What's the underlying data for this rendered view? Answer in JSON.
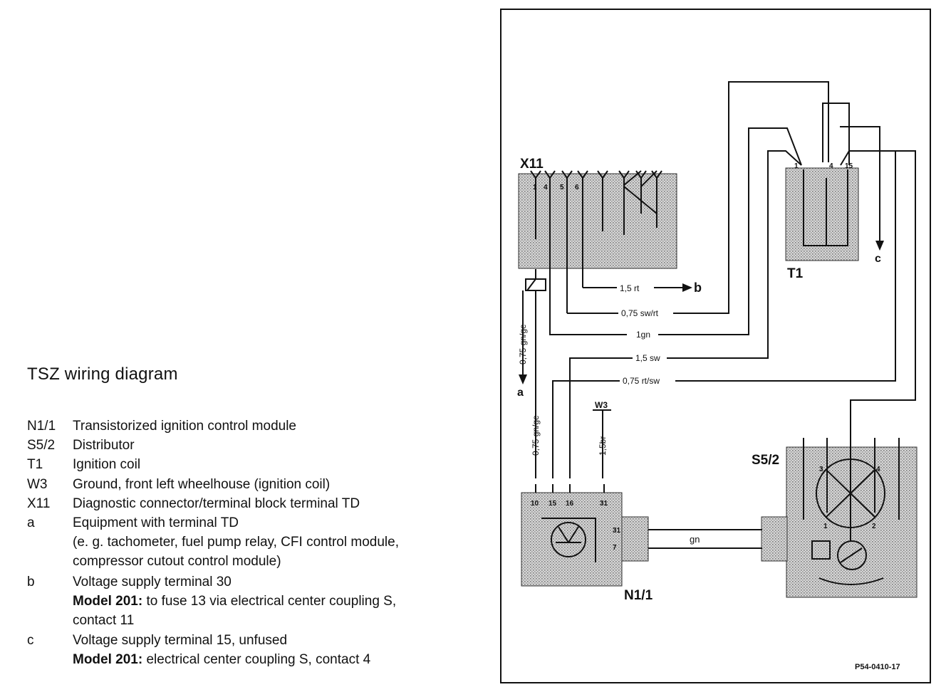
{
  "legend": {
    "title": "TSZ wiring diagram",
    "entries": [
      {
        "code": "N1/1",
        "desc": "Transistorized ignition control module"
      },
      {
        "code": "S5/2",
        "desc": "Distributor"
      },
      {
        "code": "T1",
        "desc": "Ignition coil"
      },
      {
        "code": "W3",
        "desc": "Ground, front left wheelhouse (ignition coil)"
      },
      {
        "code": "X11",
        "desc": "Diagnostic connector/terminal block terminal TD"
      },
      {
        "code": "a",
        "desc": "Equipment with terminal TD",
        "line2": "(e. g. tachometer, fuel pump relay, CFI control module,",
        "line3": "compressor cutout control module)"
      },
      {
        "code": "b",
        "desc": "Voltage supply terminal 30",
        "bold2": "Model 201:",
        "line2": " to fuse 13 via electrical center coupling S,",
        "line3": "contact 11"
      },
      {
        "code": "c",
        "desc": "Voltage supply terminal 15, unfused",
        "bold2": "Model 201:",
        "line2": " electrical center coupling S, contact 4"
      }
    ]
  },
  "diagram": {
    "components": {
      "x11": "X11",
      "t1": "T1",
      "n11": "N1/1",
      "s52": "S5/2",
      "w3": "W3"
    },
    "x11_pins": [
      "1",
      "4",
      "5",
      "6"
    ],
    "t1_pins": [
      "1",
      "4",
      "15"
    ],
    "n11_pins": [
      "10",
      "15",
      "16",
      "31"
    ],
    "n11_side_pins": [
      "31",
      "7"
    ],
    "s52_pins": [
      "1",
      "2",
      "3",
      "4"
    ],
    "wires": {
      "w1": "1,5 rt",
      "w2": "0,75 sw/rt",
      "w3": "1gn",
      "w4": "1,5 sw",
      "w5": "0,75 rt/sw",
      "w6": "0,75 gn/ge",
      "w7": "0,75 gn/ge",
      "w8": "1,5br",
      "w9": "gn"
    },
    "refs": {
      "a": "a",
      "b": "b",
      "c": "c"
    },
    "figure_code": "P54-0410-17"
  }
}
